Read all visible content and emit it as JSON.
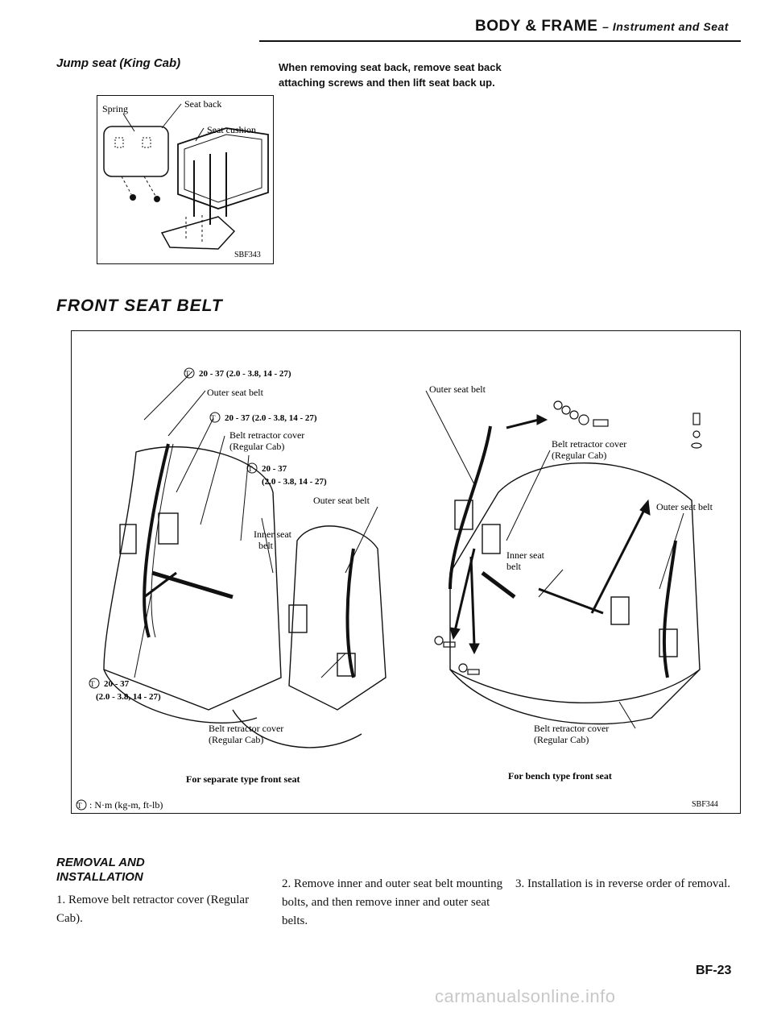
{
  "header": {
    "title": "BODY & FRAME",
    "subtitle": "– Instrument and Seat"
  },
  "jump_seat": {
    "title": "Jump seat (King Cab)",
    "note": "When removing seat back, remove seat back attaching screws and then lift seat back up.",
    "figure": {
      "label_spring": "Spring",
      "label_seat_back": "Seat back",
      "label_seat_cushion": "Seat cushion",
      "code": "SBF343"
    }
  },
  "front_seat_belt": {
    "title": "FRONT SEAT BELT",
    "figure": {
      "torque_a": "20 - 37 (2.0 - 3.8, 14 - 27)",
      "outer_seat_belt": "Outer seat belt",
      "torque_b": "20 - 37 (2.0 - 3.8, 14 - 27)",
      "belt_retractor_cover": "Belt retractor cover",
      "regular_cab": "(Regular Cab)",
      "torque_c_line1": "20 - 37",
      "torque_c_line2": "(2.0 - 3.8, 14 - 27)",
      "outer_seat_belt_2": "Outer seat belt",
      "inner_seat": "Inner seat",
      "belt": "belt",
      "torque_d_line1": "20 - 37",
      "torque_d_line2": "(2.0 - 3.8, 14 - 27)",
      "belt_retractor_cover_2": "Belt retractor cover",
      "regular_cab_2": "(Regular Cab)",
      "caption_left": "For separate type front seat",
      "r_outer_seat_belt": "Outer seat belt",
      "r_belt_retractor_cover": "Belt retractor cover",
      "r_regular_cab": "(Regular Cab)",
      "r_outer_seat_belt_2": "Outer seat belt",
      "r_inner_seat": "Inner seat",
      "r_belt": "belt",
      "r_belt_retractor_cover_2": "Belt retractor cover",
      "r_regular_cab_2": "(Regular Cab)",
      "caption_right": "For bench type front seat",
      "legend": ": N·m (kg-m, ft-lb)",
      "code": "SBF344"
    }
  },
  "removal": {
    "title_line1": "REMOVAL AND",
    "title_line2": "INSTALLATION",
    "step1": "1. Remove belt retractor cover (Regular Cab).",
    "step2": "2. Remove inner and outer seat belt mounting bolts, and then remove inner and outer seat belts.",
    "step3": "3. Installation is in reverse order of removal."
  },
  "page_number": "BF-23",
  "watermark": "carmanualsonline.info"
}
